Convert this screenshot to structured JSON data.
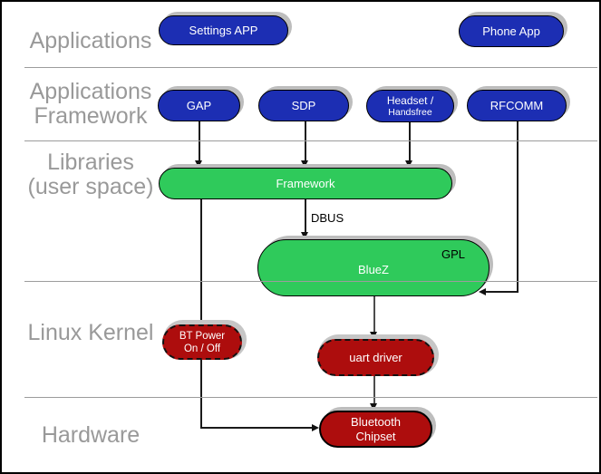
{
  "colors": {
    "app_blue": "#1c2eb3",
    "lib_green": "#2fca5b",
    "kernel_red": "#ad0d0d",
    "label_gray": "#999999",
    "line_gray": "#9c9c9c",
    "shadow_gray": "#bdbdbd",
    "connector_black": "#1a1a1a"
  },
  "layers": {
    "applications": {
      "line1": "Applications"
    },
    "applications_framework": {
      "line1": "Applications",
      "line2": "Framework"
    },
    "libraries": {
      "line1": "Libraries",
      "line2": "(user space)"
    },
    "linux_kernel": {
      "line1": "Linux Kernel"
    },
    "hardware": {
      "line1": "Hardware"
    }
  },
  "nodes": {
    "settings_app": {
      "label": "Settings APP"
    },
    "phone_app": {
      "label": "Phone App"
    },
    "gap": {
      "label": "GAP"
    },
    "sdp": {
      "label": "SDP"
    },
    "headset": {
      "line1": "Headset /",
      "line2": "Handsfree"
    },
    "rfcomm": {
      "label": "RFCOMM"
    },
    "framework": {
      "label": "Framework"
    },
    "bluez": {
      "label": "BlueZ",
      "license_badge": "GPL"
    },
    "bt_power": {
      "line1": "BT Power",
      "line2": "On / Off"
    },
    "uart_driver": {
      "label": "uart driver"
    },
    "bluetooth_chipset": {
      "line1": "Bluetooth",
      "line2": "Chipset"
    }
  },
  "edges": {
    "dbus_label": "DBUS"
  }
}
